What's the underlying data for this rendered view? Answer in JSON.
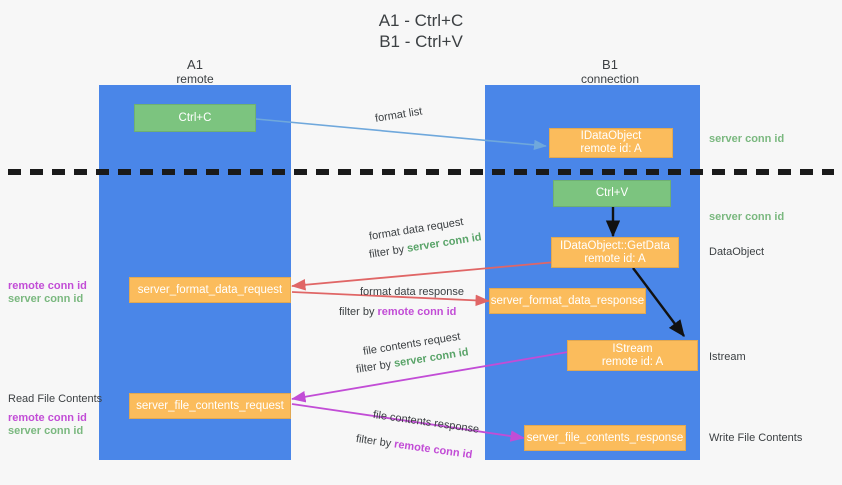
{
  "title": {
    "line1": "A1 - Ctrl+C",
    "line2": "B1 - Ctrl+V"
  },
  "lanes": [
    {
      "id": "a1",
      "name": "A1",
      "sub": "remote"
    },
    {
      "id": "b1",
      "name": "B1",
      "sub": "connection"
    }
  ],
  "nodes": {
    "ctrl_c": {
      "line1": "Ctrl+C",
      "line2": ""
    },
    "data_object_top": {
      "line1": "IDataObject",
      "line2": "remote id: A"
    },
    "ctrl_v": {
      "line1": "Ctrl+V",
      "line2": ""
    },
    "get_data": {
      "line1": "IDataObject::GetData",
      "line2": "remote id: A"
    },
    "istream": {
      "line1": "IStream",
      "line2": "remote id: A"
    },
    "fmt_req": {
      "line1": "server_format_data_request",
      "line2": ""
    },
    "fmt_resp": {
      "line1": "server_format_data_response",
      "line2": ""
    },
    "file_req": {
      "line1": "server_file_contents_request",
      "line2": ""
    },
    "file_resp": {
      "line1": "server_file_contents_response",
      "line2": ""
    }
  },
  "edge_labels": {
    "format_list": "format list",
    "fmt_data_request": "format data request",
    "fmt_data_request_filter_prefix": "filter by ",
    "fmt_data_request_filter_key": "server conn id",
    "fmt_data_response": "format data response",
    "fmt_data_response_filter_prefix": "filter by ",
    "fmt_data_response_filter_key": "remote conn id",
    "file_contents_request": "file contents request",
    "file_contents_request_filter_prefix": "filter by ",
    "file_contents_request_filter_key": "server conn id",
    "file_contents_response": "file contents response",
    "file_contents_response_filter_prefix": "filter by ",
    "file_contents_response_filter_key": "remote conn id"
  },
  "right_labels": {
    "server_conn_id_top": "server conn id",
    "server_conn_id_mid": "server conn id",
    "data_object": "DataObject",
    "istream": "Istream",
    "write_file_contents": "Write File Contents"
  },
  "left_labels": {
    "remote_conn_id_1": "remote conn id",
    "server_conn_id_1": "server conn id",
    "read_file_contents": "Read File Contents",
    "remote_conn_id_2": "remote conn id",
    "server_conn_id_2": "server conn id"
  },
  "colors": {
    "lane": "#4a86e8",
    "green_node": "#7cc47f",
    "orange_node": "#fbbc5c",
    "server_conn_id": "#6aa84f",
    "remote_conn_id": "#c24dd6",
    "arrow_blue": "#6fa8dc",
    "arrow_red": "#e06666",
    "arrow_magenta": "#c24dd6",
    "arrow_black": "#000000",
    "divider": "#1a1a1a",
    "background": "#f7f7f7"
  }
}
